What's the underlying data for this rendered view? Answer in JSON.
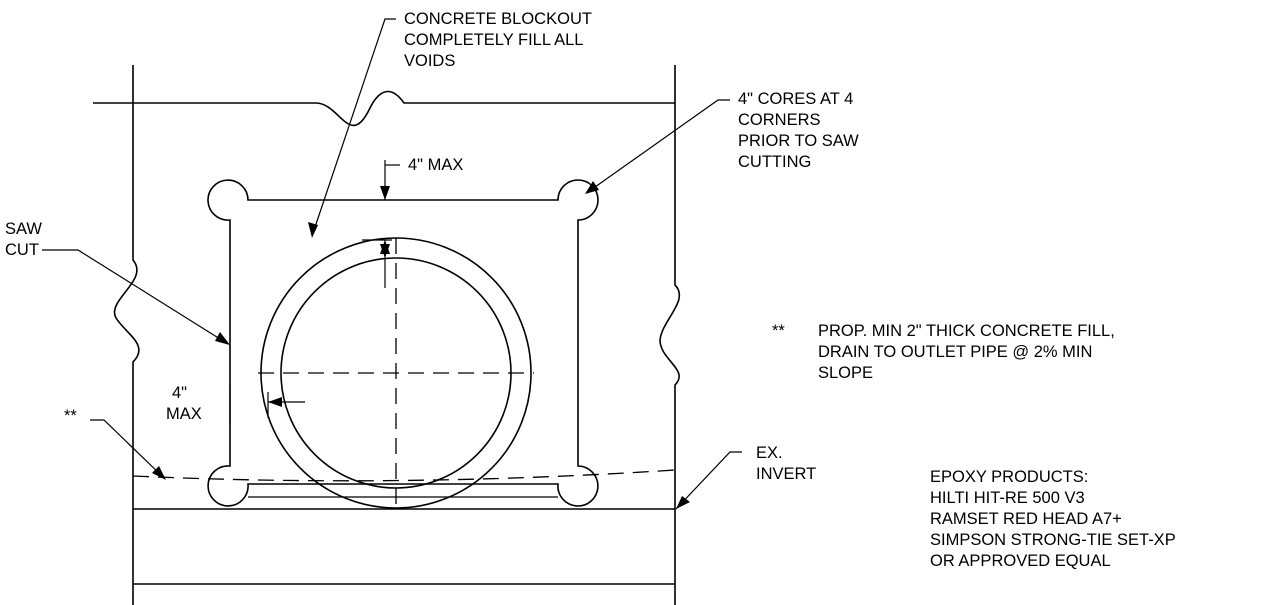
{
  "callouts": {
    "blockout": [
      "CONCRETE BLOCKOUT",
      "COMPLETELY FILL ALL",
      "VOIDS"
    ],
    "cores": [
      "4\" CORES AT 4",
      "CORNERS",
      "PRIOR TO SAW",
      "CUTTING"
    ],
    "top_max": "4\" MAX",
    "saw_cut": [
      "SAW",
      "CUT"
    ],
    "side_max": [
      "4\"",
      "MAX"
    ],
    "fill_marker": "**",
    "invert": [
      "EX.",
      "INVERT"
    ]
  },
  "notes": {
    "fill_note_marker": "**",
    "fill_note": [
      "PROP. MIN 2\" THICK CONCRETE FILL,",
      "DRAIN TO OUTLET PIPE @ 2% MIN",
      "SLOPE"
    ],
    "epoxy": [
      "EPOXY PRODUCTS:",
      "HILTI HIT-RE 500 V3",
      "RAMSET RED HEAD A7+",
      "SIMPSON STRONG-TIE SET-XP",
      "OR APPROVED EQUAL"
    ]
  }
}
